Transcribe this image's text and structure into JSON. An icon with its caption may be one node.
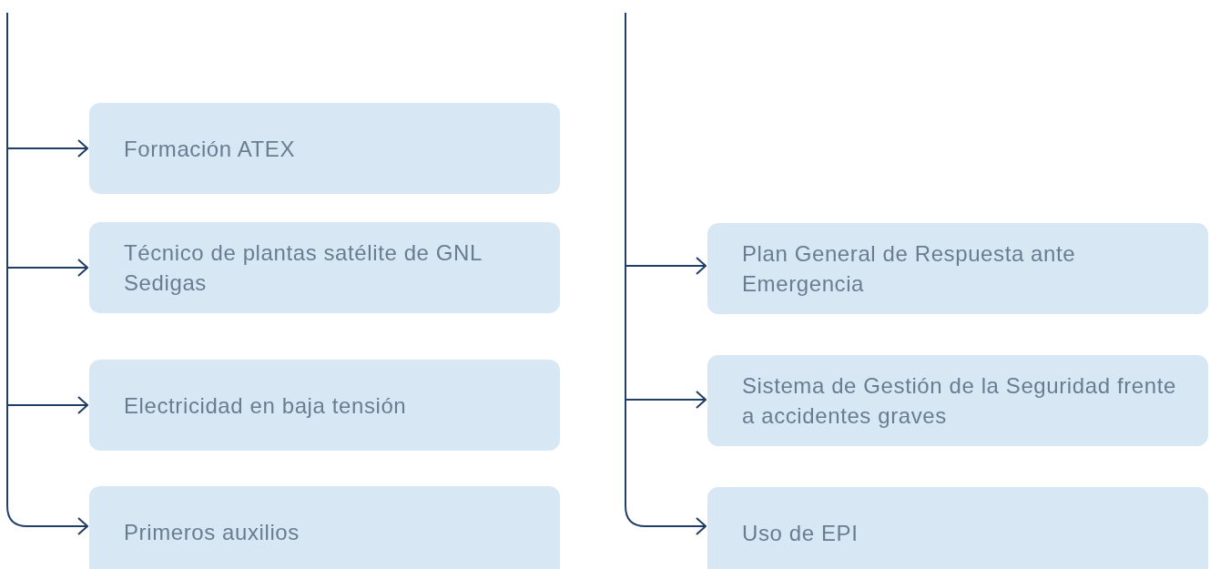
{
  "diagram": {
    "nodes": [
      {
        "text": [
          "Formación ATEX"
        ]
      },
      {
        "text": [
          "Técnico de plantas satélite de GNL Sedigas"
        ]
      },
      {
        "text": [
          "Electricidad en baja tensión"
        ]
      },
      {
        "text": [
          "Primeros auxilios"
        ]
      },
      {
        "text": [
          "Plan General de Respuesta ante Emergencia"
        ]
      },
      {
        "text": [
          "Sistema de Gestión de la Seguridad frente a accidentes graves"
        ]
      },
      {
        "text": [
          "Uso de EPI"
        ]
      }
    ],
    "edges": [
      {
        "from": null,
        "to": 0,
        "arrow": "to"
      },
      {
        "from": null,
        "to": 1,
        "arrow": "to"
      },
      {
        "from": null,
        "to": 2,
        "arrow": "to"
      },
      {
        "from": null,
        "to": 3,
        "arrow": "to"
      },
      {
        "from": null,
        "to": 4,
        "arrow": "to"
      },
      {
        "from": null,
        "to": 5,
        "arrow": "to"
      },
      {
        "from": null,
        "to": 6,
        "arrow": "to"
      }
    ]
  }
}
